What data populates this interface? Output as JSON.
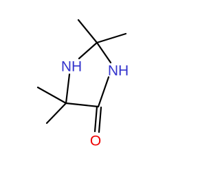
{
  "molecule": {
    "atoms": {
      "n1": {
        "label": "NH",
        "color": "#3333cc"
      },
      "n3": {
        "label": "NH",
        "color": "#3333cc"
      },
      "o": {
        "label": "O",
        "color": "#ee0000"
      }
    },
    "bond_color": "#000000"
  }
}
